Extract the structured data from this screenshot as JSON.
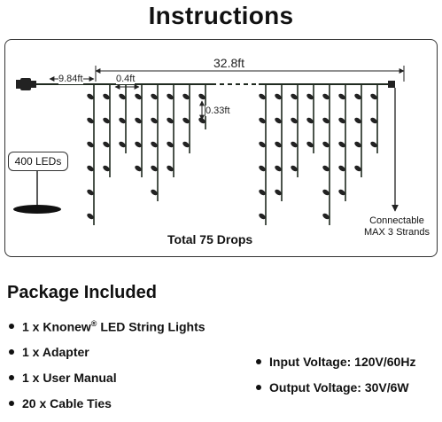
{
  "title": "Instructions",
  "diagram": {
    "total_length": "32.8ft",
    "lead_length": "9.84ft",
    "drop_spacing": "0.4ft",
    "bulb_spacing": "0.33ft",
    "led_count": "400 LEDs",
    "total_drops": "Total 75 Drops",
    "connectable_line1": "Connectable",
    "connectable_line2": "MAX 3 Strands",
    "colors": {
      "wire": "#1f2a1f",
      "bulb": "#222222",
      "panel_border": "#333333"
    },
    "icons": [
      "plug-icon",
      "led-bulb-icon",
      "ground-pad-icon"
    ]
  },
  "package": {
    "title": "Package Included",
    "items": [
      {
        "prefix": "1 x Knonew",
        "mark": "®",
        "suffix": " LED String Lights"
      },
      {
        "text": "1 x Adapter"
      },
      {
        "text": "1 x User Manual"
      },
      {
        "text": "20 x Cable Ties"
      }
    ]
  },
  "specs": [
    {
      "text": "Input Voltage: 120V/60Hz"
    },
    {
      "text": "Output Voltage: 30V/6W"
    }
  ]
}
